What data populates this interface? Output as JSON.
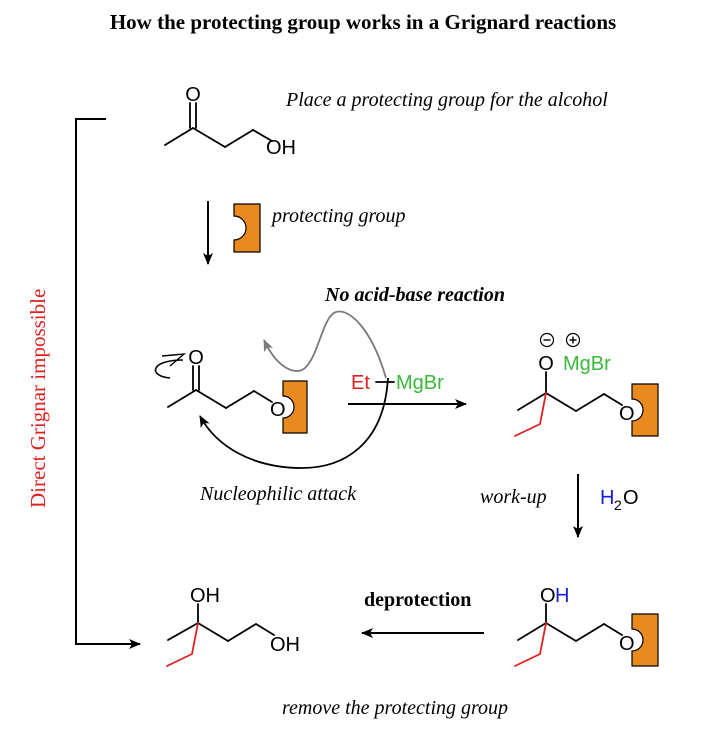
{
  "title": "How the protecting group works in a Grignard reactions",
  "labels": {
    "place_pg": "Place a protecting group for the alcohol",
    "protecting_group": "protecting group",
    "no_acid_base": "No acid-base reaction",
    "nucleophilic_attack": "Nucleophilic attack",
    "work_up": "work-up",
    "deprotection": "deprotection",
    "remove_pg": "remove the protecting group",
    "direct_grignard": "Direct Grignar impossible"
  },
  "atoms": {
    "o": "O",
    "oh": "OH",
    "h": "H",
    "et": "Et",
    "mgbr": "MgBr",
    "h2_h": "H",
    "h2_sub": "2",
    "h2_o": "O",
    "minus": "−",
    "plus": "+"
  },
  "colors": {
    "protecting_group": "#e88a1e",
    "ethyl": "#e02020",
    "magnesium": "#3cb83c",
    "water_h": "#1c1cd6",
    "curved_arrow_gray": "#7a7a7a",
    "side_label": "#e02020"
  }
}
